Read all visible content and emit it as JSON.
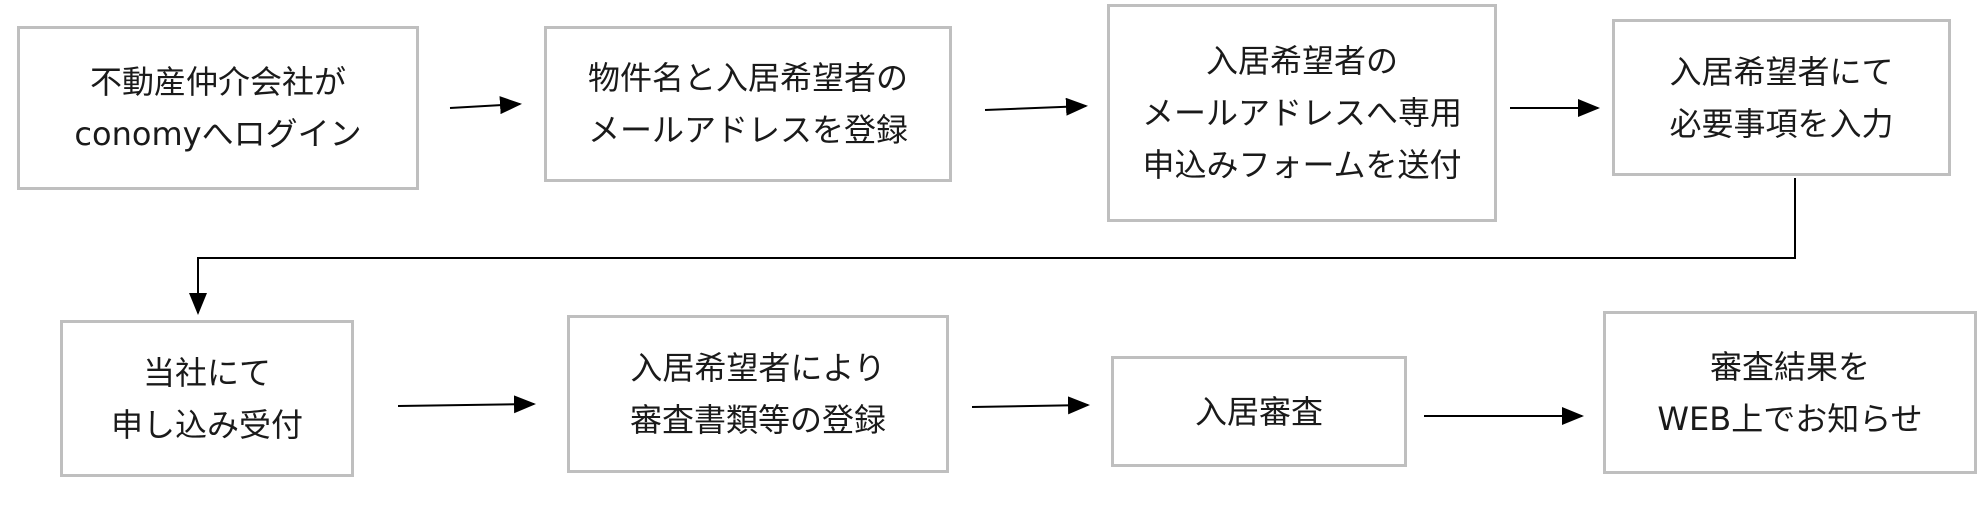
{
  "steps": [
    {
      "lines": [
        "不動産仲介会社が",
        "conomyへログイン"
      ]
    },
    {
      "lines": [
        "物件名と入居希望者の",
        "メールアドレスを登録"
      ]
    },
    {
      "lines": [
        "入居希望者の",
        "メールアドレスへ専用",
        "申込みフォームを送付"
      ]
    },
    {
      "lines": [
        "入居希望者にて",
        "必要事項を入力"
      ]
    },
    {
      "lines": [
        "当社にて",
        "申し込み受付"
      ]
    },
    {
      "lines": [
        "入居希望者により",
        "審査書類等の登録"
      ]
    },
    {
      "lines": [
        "入居審査"
      ]
    },
    {
      "lines": [
        "審査結果を",
        "WEB上でお知らせ"
      ]
    }
  ],
  "colors": {
    "box_border": "#bfbfbf",
    "arrow": "#000000",
    "text": "#1a1a1a"
  }
}
